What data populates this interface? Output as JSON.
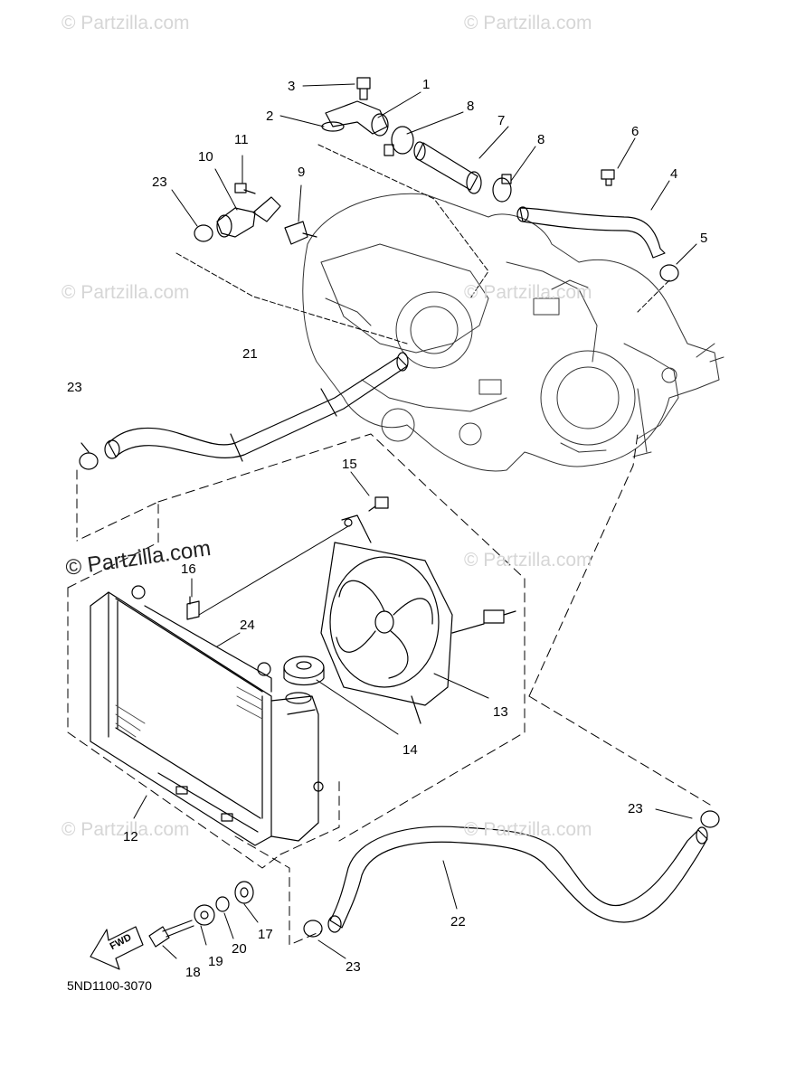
{
  "watermark": "© Partzilla.com",
  "diagram_code": "5ND1100-3070",
  "fwd_label": "FWD",
  "parts": [
    {
      "id": "p1",
      "label": "1"
    },
    {
      "id": "p2",
      "label": "2"
    },
    {
      "id": "p3",
      "label": "3"
    },
    {
      "id": "p4",
      "label": "4"
    },
    {
      "id": "p5",
      "label": "5"
    },
    {
      "id": "p6",
      "label": "6"
    },
    {
      "id": "p7",
      "label": "7"
    },
    {
      "id": "p8a",
      "label": "8"
    },
    {
      "id": "p8b",
      "label": "8"
    },
    {
      "id": "p9",
      "label": "9"
    },
    {
      "id": "p10",
      "label": "10"
    },
    {
      "id": "p11",
      "label": "11"
    },
    {
      "id": "p12",
      "label": "12"
    },
    {
      "id": "p13",
      "label": "13"
    },
    {
      "id": "p14",
      "label": "14"
    },
    {
      "id": "p15",
      "label": "15"
    },
    {
      "id": "p16",
      "label": "16"
    },
    {
      "id": "p17",
      "label": "17"
    },
    {
      "id": "p18",
      "label": "18"
    },
    {
      "id": "p19",
      "label": "19"
    },
    {
      "id": "p20",
      "label": "20"
    },
    {
      "id": "p21",
      "label": "21"
    },
    {
      "id": "p22",
      "label": "22"
    },
    {
      "id": "p23a",
      "label": "23"
    },
    {
      "id": "p23b",
      "label": "23"
    },
    {
      "id": "p23c",
      "label": "23"
    },
    {
      "id": "p23d",
      "label": "23"
    },
    {
      "id": "p24",
      "label": "24"
    }
  ]
}
